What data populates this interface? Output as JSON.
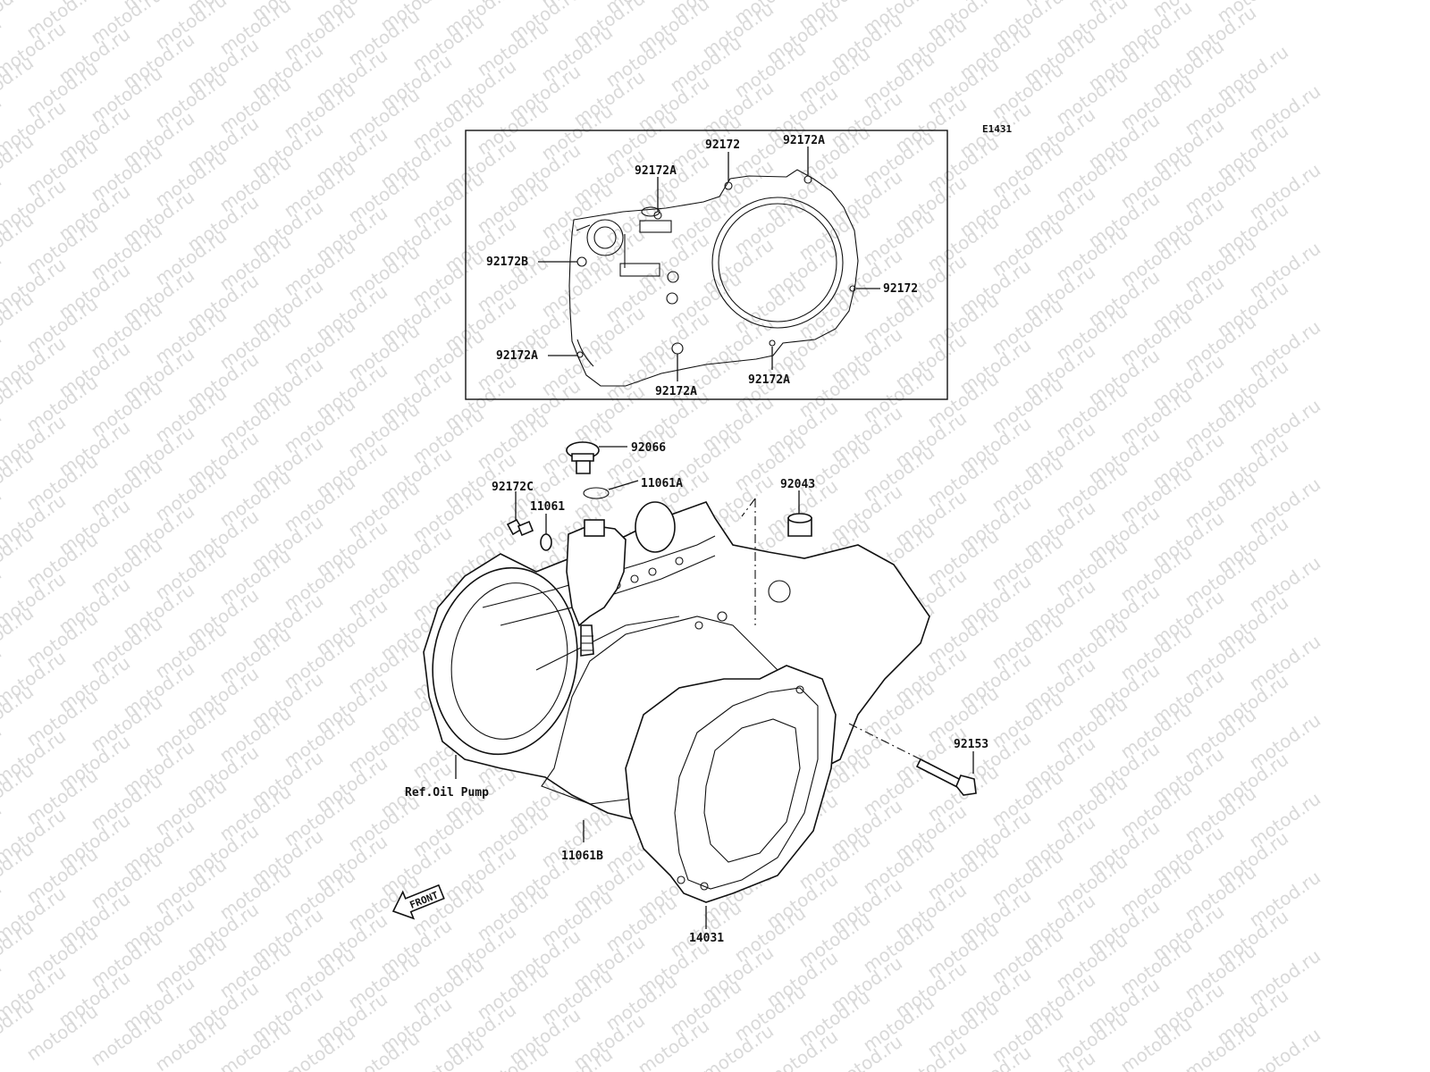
{
  "diagram": {
    "figure_code": "E1431",
    "watermark": "motod.ru",
    "inset_labels": {
      "top_mid": "92172",
      "top_right": "92172A",
      "upper_left": "92172A",
      "left": "92172B",
      "right": "92172",
      "bottom_left": "92172A",
      "bottom_mid": "92172A",
      "bottom_right": "92172A"
    },
    "main_labels": {
      "plug": "92066",
      "oring": "11061A",
      "bolt_small": "92172C",
      "washer": "11061",
      "collar": "92043",
      "bolt_long": "92153",
      "oil_pump_ref": "Ref.Oil Pump",
      "gasket": "11061B",
      "cover": "14031"
    },
    "front_arrow": "FRONT"
  }
}
